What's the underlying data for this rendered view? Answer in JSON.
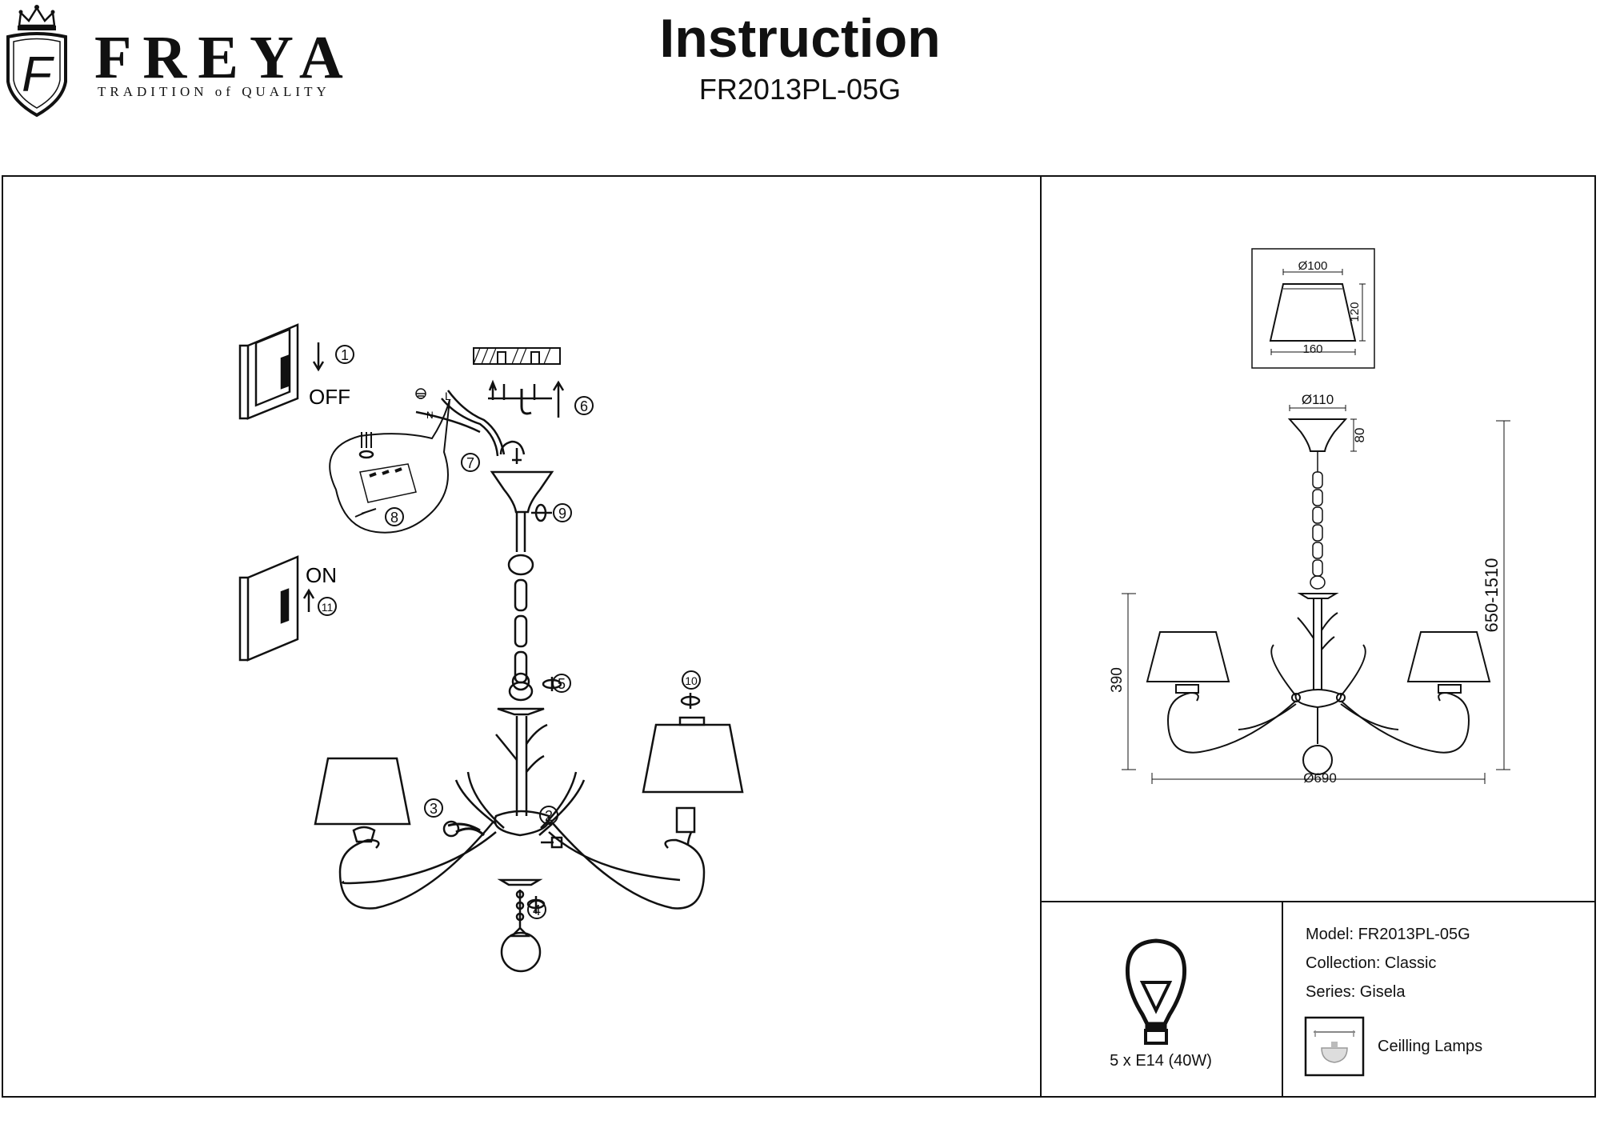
{
  "brand": {
    "name": "FREYA",
    "tagline": "TRADITION of QUALITY",
    "logo_letter": "F"
  },
  "header": {
    "title": "Instruction",
    "model": "FR2013PL-05G"
  },
  "assembly": {
    "switch_off_label": "OFF",
    "switch_on_label": "ON",
    "steps": [
      "1",
      "2",
      "3",
      "4",
      "5",
      "6",
      "7",
      "8",
      "9",
      "10",
      "11"
    ],
    "wire_labels": {
      "live": "L",
      "neutral": "N"
    }
  },
  "dimensions": {
    "shade_top_diameter": "Ø100",
    "shade_bottom_diameter": "160",
    "shade_height": "120",
    "canopy_diameter": "Ø110",
    "canopy_height": "80",
    "total_height": "650-1510",
    "body_height": "390",
    "overall_diameter": "Ø690"
  },
  "bulb": {
    "spec": "5 x E14 (40W)",
    "icon": "light-bulb-icon"
  },
  "specs": {
    "model": "Model: FR2013PL-05G",
    "collection": "Collection: Classic",
    "series": "Series: Gisela",
    "type": "Ceilling Lamps",
    "type_icon": "ceiling-lamp-icon"
  }
}
